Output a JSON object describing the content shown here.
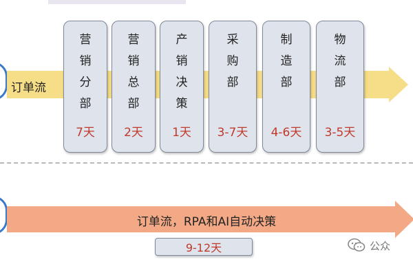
{
  "order_flow_label": "订单流",
  "departments": [
    {
      "chars": [
        "营",
        "销",
        "分",
        "部"
      ],
      "days": "7天"
    },
    {
      "chars": [
        "营",
        "销",
        "总",
        "部"
      ],
      "days": "2天"
    },
    {
      "chars": [
        "产",
        "销",
        "决",
        "策"
      ],
      "days": "1天"
    },
    {
      "chars": [
        "采",
        "购",
        "部"
      ],
      "days": "3-7天"
    },
    {
      "chars": [
        "制",
        "造",
        "部"
      ],
      "days": "4-6天"
    },
    {
      "chars": [
        "物",
        "流",
        "部"
      ],
      "days": "3-5天"
    }
  ],
  "bottom_flow_label": "订单流，RPA和AI自动决策",
  "total_days": "9-12天",
  "watermark_text": "公众",
  "colors": {
    "top_arrow": "#f6dd87",
    "bottom_arrow": "#f3a985",
    "box_fill": "#dfe4ec",
    "days_text": "#c0392b"
  }
}
